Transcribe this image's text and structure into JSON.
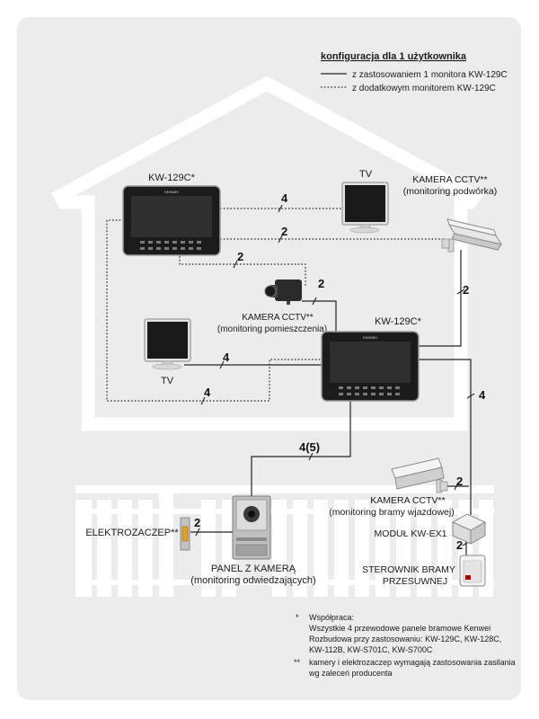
{
  "legend": {
    "title": "konfiguracja dla 1 użytkownika",
    "solid": "z zastosowaniem 1 monitora KW-129C",
    "dotted": "z dodatkowym monitorem KW-129C"
  },
  "devices": {
    "monitor_top": "KW-129C*",
    "monitor_main": "KW-129C*",
    "monitor_brand": "KENWEI",
    "tv_top": "TV",
    "tv_left": "TV",
    "cctv_yard_1": "KAMERA CCTV**",
    "cctv_yard_2": "(monitoring podwórka)",
    "cctv_room_1": "KAMERA CCTV**",
    "cctv_room_2": "(monitoring pomieszczenia)",
    "cctv_gate_1": "KAMERA CCTV**",
    "cctv_gate_2": "(monitoring bramy wjazdowej)",
    "lock": "ELEKTROZACZEP**",
    "panel_1": "PANEL Z KAMERĄ",
    "panel_2": "(monitoring odwiedzających)",
    "module": "MODUŁ KW-EX1",
    "gate_ctrl_1": "STEROWNIK BRAMY",
    "gate_ctrl_2": "PRZESUWNEJ"
  },
  "wire_counts": {
    "top_monitor_tv": "4",
    "top_monitor_yard": "2",
    "top_monitor_room": "2",
    "room_cam_main": "2",
    "main_yard": "2",
    "main_tv": "4",
    "main_top_loop": "4",
    "main_panel": "4(5)",
    "main_module": "4",
    "gate_cam_module": "2",
    "module_ctrl": "2",
    "panel_lock": "2"
  },
  "notes": {
    "star1": "*",
    "n1_title": "Współpraca:",
    "n1_l1": "Wszystkie 4 przewodowe panele bramowe Kenwei",
    "n1_l2": "Rozbudowa przy zastosowaniu: KW-129C, KW-128C,",
    "n1_l3": "KW-112B, KW-S701C, KW-S700C",
    "star2": "**",
    "n2_l1": "kamery i elektrozaczep wymagają zastosowania zasilania",
    "n2_l2": "wg zaleceń producenta"
  }
}
